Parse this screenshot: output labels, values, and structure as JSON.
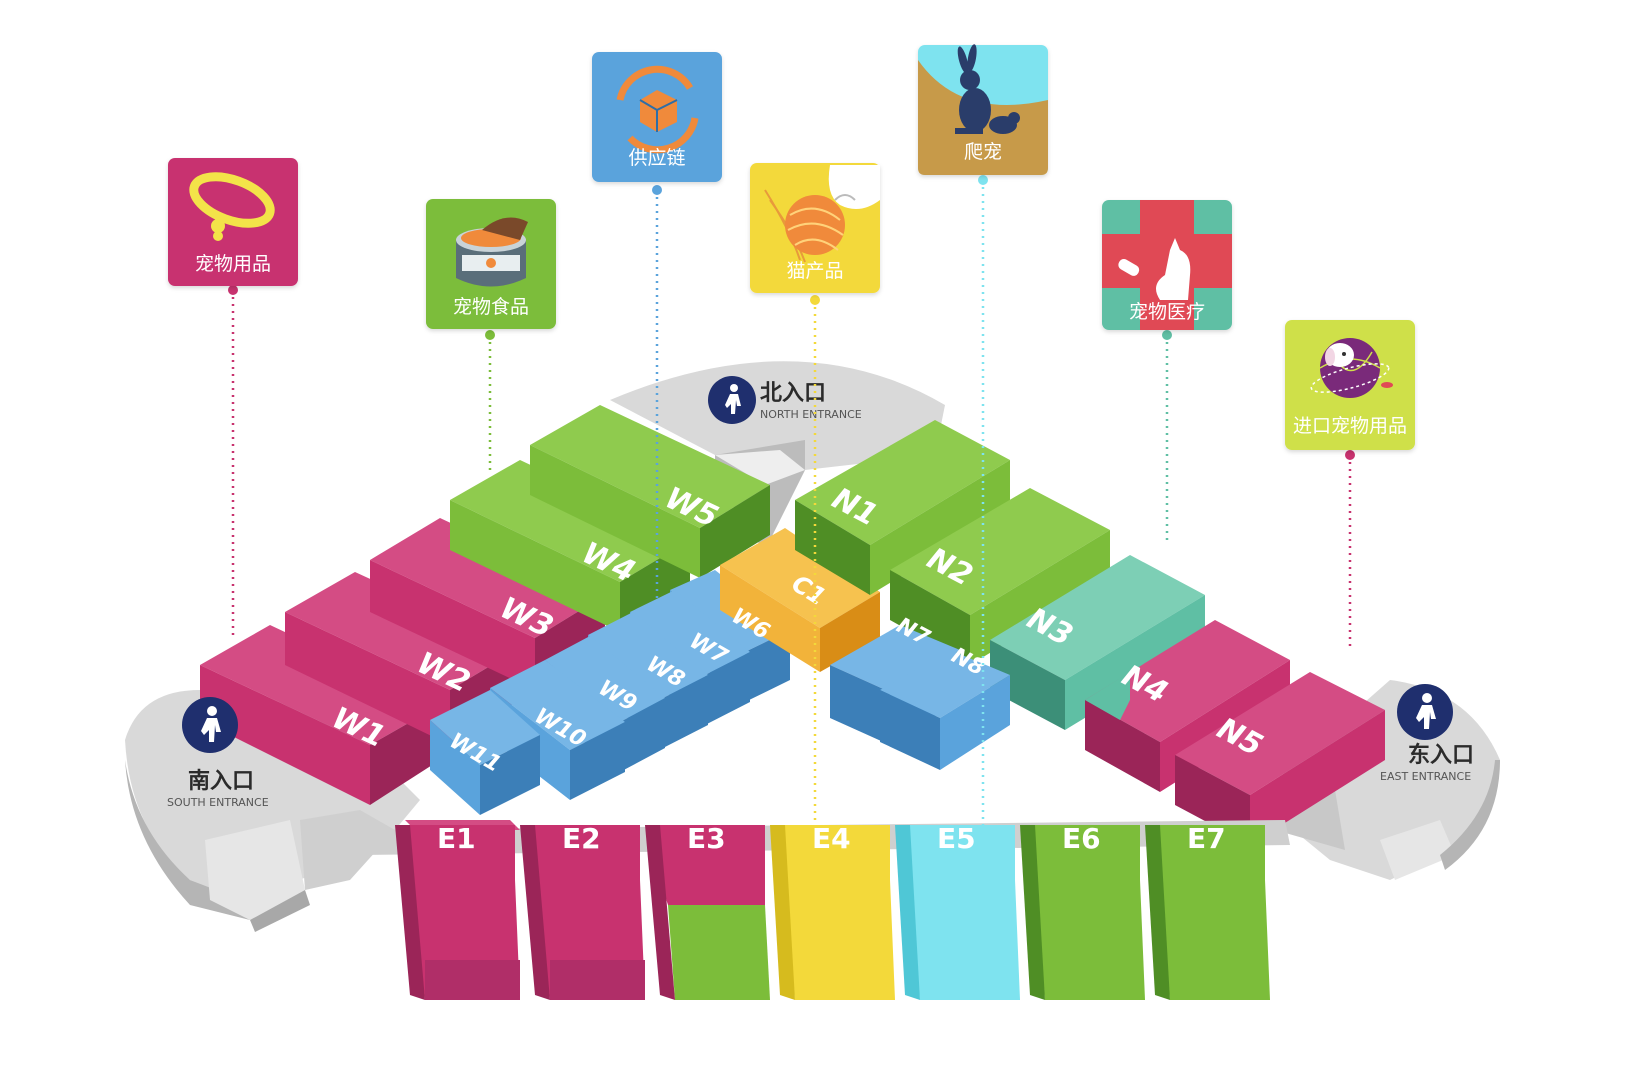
{
  "colors": {
    "magenta": "#c8326f",
    "green": "#7cbd3a",
    "blue": "#5aa3dc",
    "teal": "#5fbfa4",
    "orange": "#f2b33a",
    "yellow": "#f3d93a",
    "cyan": "#7ee3ef",
    "gray": "#d4d4d4",
    "navy": "#1f2f6e"
  },
  "categories": [
    {
      "id": "pet-supplies",
      "label": "宠物用品",
      "color": "#c8326f",
      "icon": "collar-icon"
    },
    {
      "id": "pet-food",
      "label": "宠物食品",
      "color": "#7cbd3a",
      "icon": "pet-food-can-icon"
    },
    {
      "id": "supply-chain",
      "label": "供应链",
      "color": "#5aa3dc",
      "icon": "supply-box-icon"
    },
    {
      "id": "cat-products",
      "label": "猫产品",
      "color": "#f3d93a",
      "icon": "yarn-ball-icon"
    },
    {
      "id": "reptiles",
      "label": "爬宠",
      "color": "#c79a4a",
      "icon": "rabbit-icon"
    },
    {
      "id": "pet-medical",
      "label": "宠物医疗",
      "color": "#5fbfa4",
      "icon": "medical-cross-cat-icon"
    },
    {
      "id": "imported",
      "label": "进口宠物用品",
      "color": "#cfe04a",
      "icon": "globe-dog-icon"
    }
  ],
  "entrances": {
    "north": {
      "cn": "北入口",
      "en": "NORTH ENTRANCE",
      "icon": "pedestrian-icon"
    },
    "south": {
      "cn": "南入口",
      "en": "SOUTH ENTRANCE",
      "icon": "pedestrian-icon"
    },
    "east": {
      "cn": "东入口",
      "en": "EAST ENTRANCE",
      "icon": "pedestrian-icon"
    }
  },
  "halls": {
    "W1": "W1",
    "W2": "W2",
    "W3": "W3",
    "W4": "W4",
    "W5": "W5",
    "W6": "W6",
    "W7": "W7",
    "W8": "W8",
    "W9": "W9",
    "W10": "W10",
    "W11": "W11",
    "C1": "C1",
    "N1": "N1",
    "N2": "N2",
    "N3": "N3",
    "N4": "N4",
    "N5": "N5",
    "N7": "N7",
    "N8": "N8",
    "E1": "E1",
    "E2": "E2",
    "E3": "E3",
    "E4": "E4",
    "E5": "E5",
    "E6": "E6",
    "E7": "E7"
  }
}
